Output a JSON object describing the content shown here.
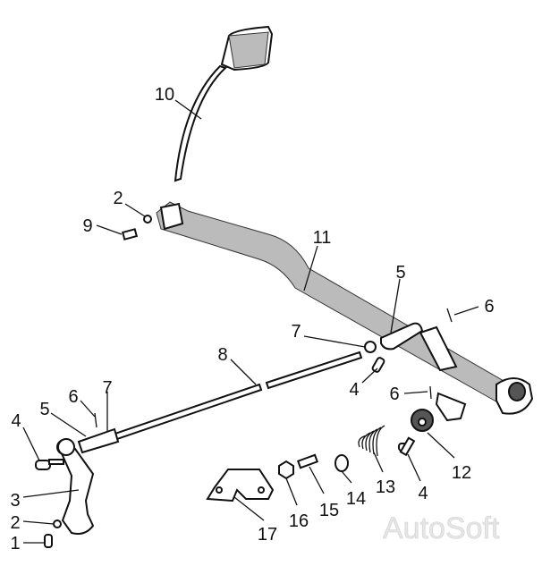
{
  "diagram": {
    "type": "exploded parts diagram",
    "labels": {
      "p10": "10",
      "p2a": "2",
      "p9": "9",
      "p11": "11",
      "p5a": "5",
      "p6a": "6",
      "p7a": "7",
      "p8": "8",
      "p4a": "4",
      "p6b": "6",
      "p6c": "6",
      "p7b": "7",
      "p5b": "5",
      "p4b": "4",
      "p3": "3",
      "p2b": "2",
      "p1": "1",
      "p17": "17",
      "p16": "16",
      "p15": "15",
      "p14": "14",
      "p13": "13",
      "p4c": "4",
      "p12": "12"
    },
    "watermark": "AutoSoft"
  }
}
